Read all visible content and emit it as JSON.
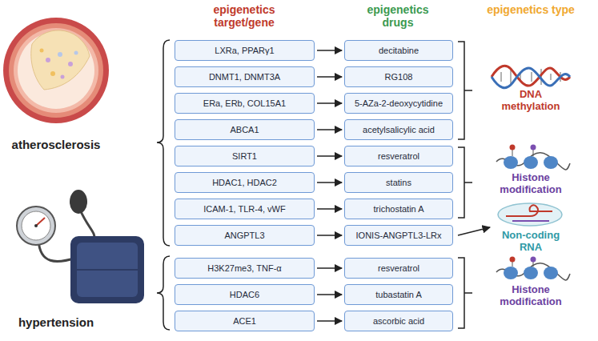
{
  "diagram": {
    "nodes": [
      {
        "text": [
          "LXRa, PPARγ1"
        ]
      },
      {
        "text": [
          "decitabine"
        ]
      },
      {
        "text": [
          "DNMT1, DNMT3A"
        ]
      },
      {
        "text": [
          "RG108"
        ]
      },
      {
        "text": [
          "ERa, ERb, COL15A1"
        ]
      },
      {
        "text": [
          "5-AZa-2-deoxycytidine"
        ]
      },
      {
        "text": [
          "ABCA1"
        ]
      },
      {
        "text": [
          "acetylsalicylic acid"
        ]
      },
      {
        "text": [
          "SIRT1"
        ]
      },
      {
        "text": [
          "resveratrol"
        ]
      },
      {
        "text": [
          "HDAC1, HDAC2"
        ]
      },
      {
        "text": [
          "statins"
        ]
      },
      {
        "text": [
          "ICAM-1, TLR-4, vWF"
        ]
      },
      {
        "text": [
          "trichostatin A"
        ]
      },
      {
        "text": [
          "ANGPTL3"
        ]
      },
      {
        "text": [
          "IONIS-ANGPTL3-LRx"
        ]
      },
      {
        "text": [
          "H3K27me3, TNF-α"
        ]
      },
      {
        "text": [
          "resveratrol"
        ]
      },
      {
        "text": [
          "HDAC6"
        ]
      },
      {
        "text": [
          "tubastatin A"
        ]
      },
      {
        "text": [
          "ACE1"
        ]
      },
      {
        "text": [
          "ascorbic acid"
        ]
      }
    ],
    "edges": [
      {
        "from": 0,
        "to": 1,
        "arrow": "to"
      },
      {
        "from": 2,
        "to": 3,
        "arrow": "to"
      },
      {
        "from": 4,
        "to": 5,
        "arrow": "to"
      },
      {
        "from": 6,
        "to": 7,
        "arrow": "to"
      },
      {
        "from": 8,
        "to": 9,
        "arrow": "to"
      },
      {
        "from": 10,
        "to": 11,
        "arrow": "to"
      },
      {
        "from": 12,
        "to": 13,
        "arrow": "to"
      },
      {
        "from": 14,
        "to": 15,
        "arrow": "to"
      },
      {
        "from": 16,
        "to": 17,
        "arrow": "to"
      },
      {
        "from": 18,
        "to": 19,
        "arrow": "to"
      },
      {
        "from": 20,
        "to": 21,
        "arrow": "to"
      }
    ],
    "labels": [
      "epigenetics target/gene",
      "epigenetics drugs",
      "epigenetics type",
      "atherosclerosis",
      "DNA methylation",
      "Histone modification",
      "Non-coding RNA",
      "Histone modification",
      "hypertension"
    ]
  }
}
